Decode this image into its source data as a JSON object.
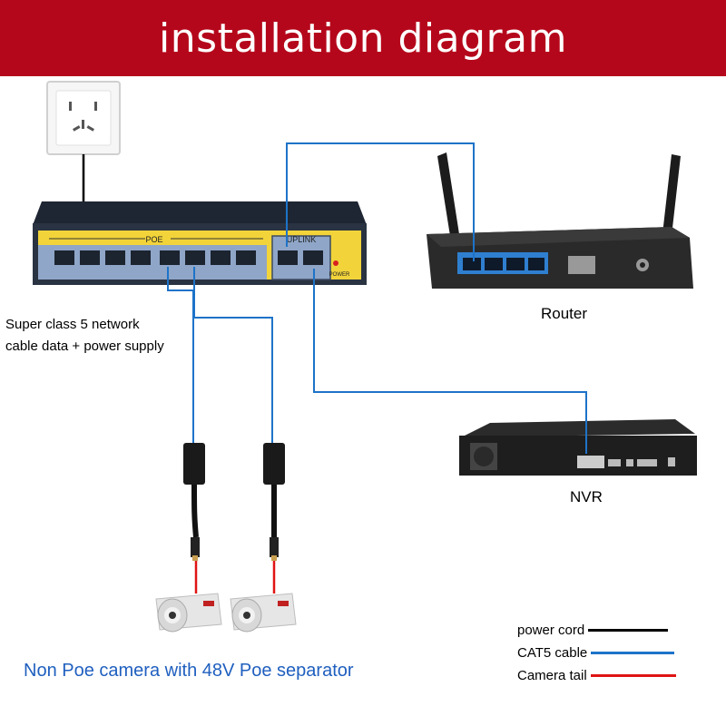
{
  "header": {
    "title": "installation diagram"
  },
  "switch": {
    "poe_label": "POE",
    "uplink_label": "UPLINK",
    "power_label": "POWER"
  },
  "labels": {
    "cable_line1": "Super class 5 network",
    "cable_line2": "cable data + power supply",
    "router": "Router",
    "nvr": "NVR",
    "camera_caption": "Non Poe camera with 48V Poe separator"
  },
  "legend": {
    "items": [
      {
        "label": "power cord",
        "color": "#000000"
      },
      {
        "label": "CAT5 cable",
        "color": "#1e73c8"
      },
      {
        "label": "Camera tail",
        "color": "#e01414"
      }
    ]
  },
  "colors": {
    "banner": "#b5071b",
    "cat5": "#1e73c8",
    "power": "#000000",
    "camera_tail": "#e01414",
    "switch_panel": "#f2d43a"
  }
}
